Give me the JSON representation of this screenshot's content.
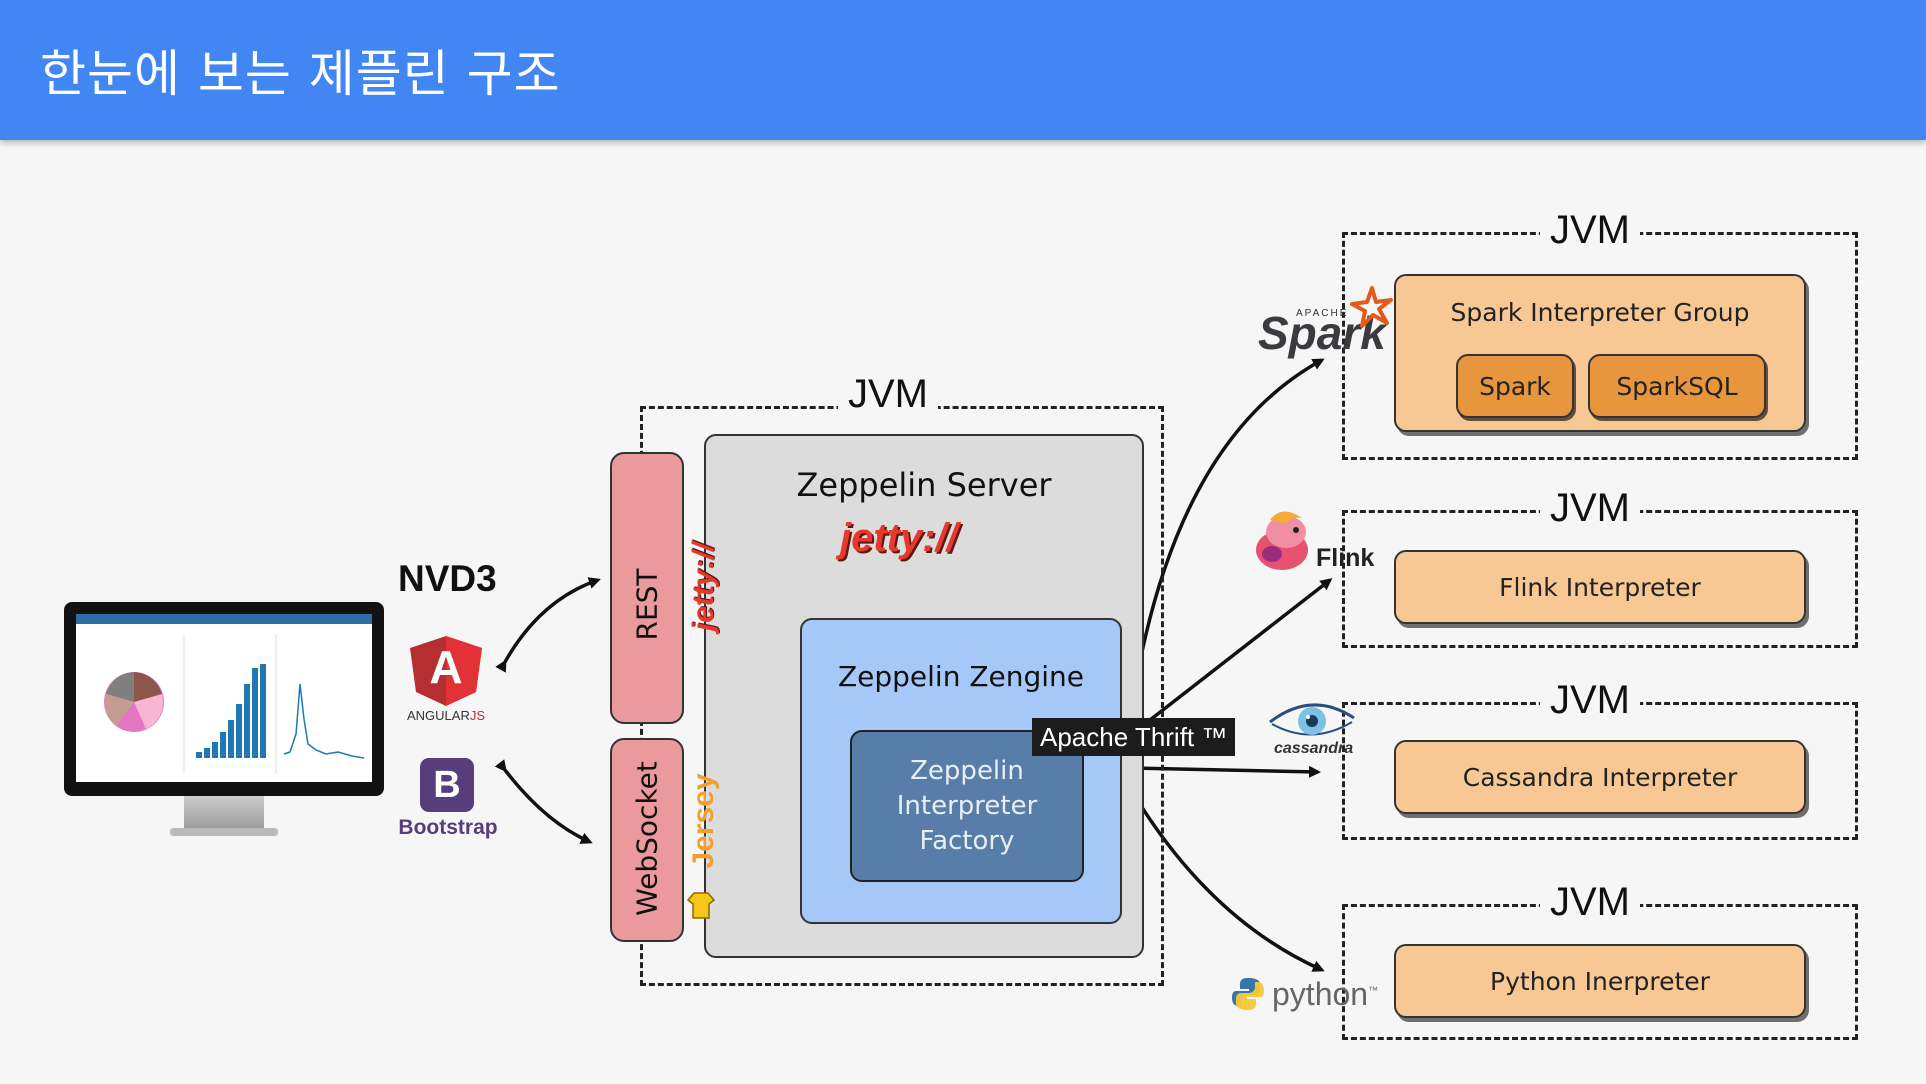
{
  "header": {
    "title": "한눈에 보는 제플린 구조"
  },
  "jvm_label": "JVM",
  "zeppelin": {
    "server_label": "Zeppelin Server",
    "jetty_logo_text": "jetty://",
    "engine_label": "Zeppelin Zengine",
    "factory_label_lines": [
      "Zeppelin",
      "Interpreter",
      "Factory"
    ],
    "rest_label": "REST",
    "websocket_label": "WebSocket",
    "jersey_logo_text": "Jersey",
    "thrift_label": "Apache Thrift ™"
  },
  "frontend": {
    "nvd3_label": "NVD3",
    "angular_letter": "A",
    "angular_label_main": "ANGULAR",
    "angular_label_js": "JS",
    "bootstrap_letter": "B",
    "bootstrap_label": "Bootstrap"
  },
  "interpreters": {
    "spark": {
      "logo_small": "APACHE",
      "logo_main": "Spark",
      "group_label": "Spark Interpreter Group",
      "members": [
        "Spark",
        "SparkSQL"
      ]
    },
    "flink": {
      "logo_text": "Flink",
      "label": "Flink Interpreter"
    },
    "cassandra": {
      "logo_text": "cassandra",
      "label": "Cassandra Interpreter"
    },
    "python": {
      "logo_text": "python",
      "logo_tm": "™",
      "label": "Python Inerpreter"
    }
  },
  "colors": {
    "header": "#4286f4",
    "peach": "#f8c894",
    "orange": "#e8963e",
    "server_gray": "#dcdcdc",
    "engine_blue": "#a5c8f8",
    "factory_blue": "#587da8",
    "rest_pink": "#ea9a9c",
    "jetty_red": "#e8382e"
  }
}
